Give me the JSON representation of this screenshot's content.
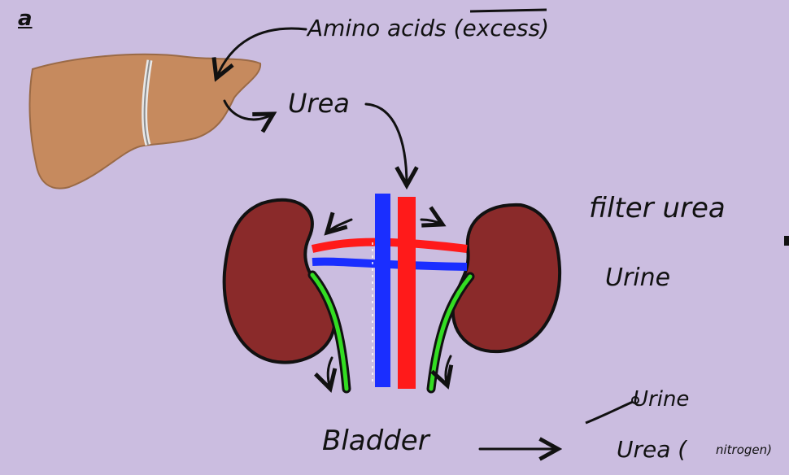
{
  "diagram": {
    "part_label": "a",
    "labels": {
      "amino_acids": "Amino acids (excess)",
      "urea": "Urea",
      "filter_urea": "filter urea",
      "urine_kidney": "Urine",
      "bladder": "Bladder",
      "urine_output": "Urine",
      "urea_output": "Urea (",
      "nitrogen": "nitrogen)"
    },
    "colors": {
      "background": "#cbbde0",
      "liver": "#c68a5e",
      "kidney": "#8a2a2a",
      "artery": "#ff1a1a",
      "vein": "#1a2eff",
      "ureter": "#33dd22",
      "ink": "#111111"
    },
    "icons": [
      "liver-illustration",
      "kidney-illustration",
      "arrow"
    ]
  }
}
